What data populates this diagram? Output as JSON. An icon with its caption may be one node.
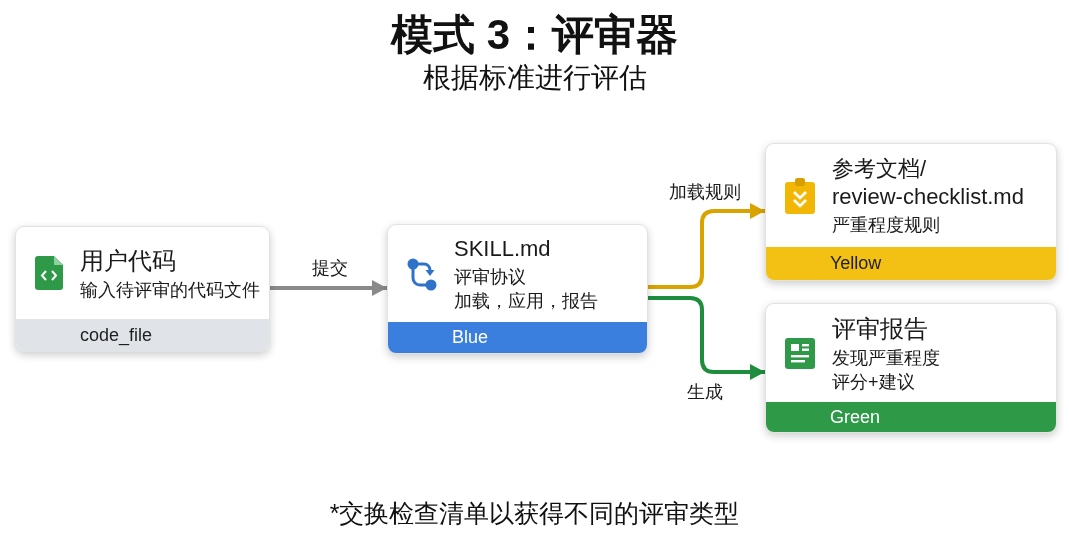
{
  "diagram": {
    "title": "模式 3：评审器",
    "caption": "*交换检查清单以获得不同的评审类型",
    "nodes": [
      {
        "text": [
          "用户代码",
          "输入待评审的代码文件",
          "code_file"
        ]
      },
      {
        "text": [
          "SKILL.md",
          "评审协议",
          "加载，应用，报告",
          "Blue"
        ]
      },
      {
        "text": [
          "参考文档/ review-checklist.md",
          "严重程度规则",
          "Yellow"
        ]
      },
      {
        "text": [
          "评审报告",
          "发现严重程度",
          "评分+建议",
          "Green"
        ]
      }
    ],
    "edges": [
      {
        "from": 0,
        "to": 1,
        "arrow": "to",
        "label": "提交"
      },
      {
        "from": 1,
        "to": 2,
        "arrow": "to",
        "label": "加载规则",
        "color": "#d9a400"
      },
      {
        "from": 1,
        "to": 3,
        "arrow": "to",
        "label": "生成",
        "color": "#1e8e3e"
      }
    ],
    "labels": [
      "根据标准进行评估"
    ]
  }
}
